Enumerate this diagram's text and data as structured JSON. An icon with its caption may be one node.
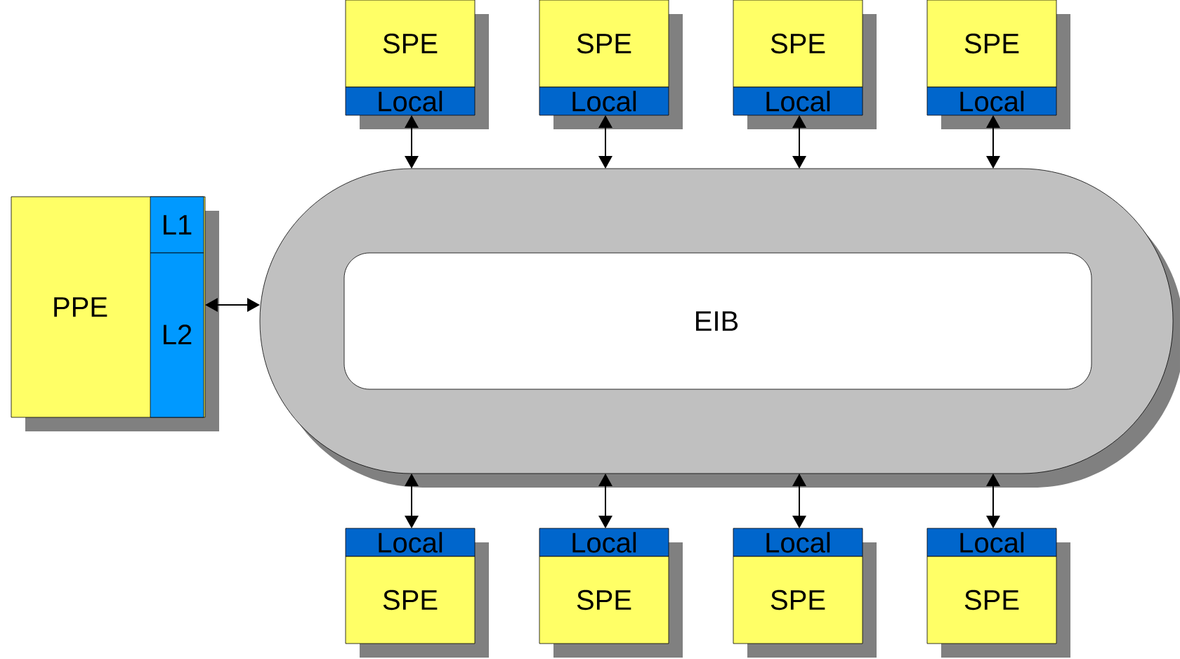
{
  "diagram": {
    "nodes": [
      {
        "text": [
          "SPE"
        ]
      },
      {
        "text": [
          "Local"
        ]
      },
      {
        "text": [
          "SPE"
        ]
      },
      {
        "text": [
          "Local"
        ]
      },
      {
        "text": [
          "SPE"
        ]
      },
      {
        "text": [
          "Local"
        ]
      },
      {
        "text": [
          "SPE"
        ]
      },
      {
        "text": [
          "Local"
        ]
      },
      {
        "text": [
          "PPE"
        ]
      },
      {
        "text": [
          "L1"
        ],
        "in": 8
      },
      {
        "text": [
          "L2"
        ],
        "in": 8
      },
      {
        "text": [
          "EIB"
        ]
      },
      {
        "text": [
          "Local"
        ]
      },
      {
        "text": [
          "SPE"
        ]
      },
      {
        "text": [
          "Local"
        ]
      },
      {
        "text": [
          "SPE"
        ]
      },
      {
        "text": [
          "Local"
        ]
      },
      {
        "text": [
          "SPE"
        ]
      },
      {
        "text": [
          "Local"
        ]
      },
      {
        "text": [
          "SPE"
        ]
      }
    ],
    "edges": [
      {
        "from": 1,
        "to": 11,
        "arrow": "both"
      },
      {
        "from": 3,
        "to": 11,
        "arrow": "both"
      },
      {
        "from": 5,
        "to": 11,
        "arrow": "both"
      },
      {
        "from": 7,
        "to": 11,
        "arrow": "both"
      },
      {
        "from": 10,
        "to": 11,
        "arrow": "both"
      },
      {
        "from": 11,
        "to": 12,
        "arrow": "both"
      },
      {
        "from": 11,
        "to": 14,
        "arrow": "both"
      },
      {
        "from": 11,
        "to": 16,
        "arrow": "both"
      },
      {
        "from": 11,
        "to": 18,
        "arrow": "both"
      }
    ]
  }
}
